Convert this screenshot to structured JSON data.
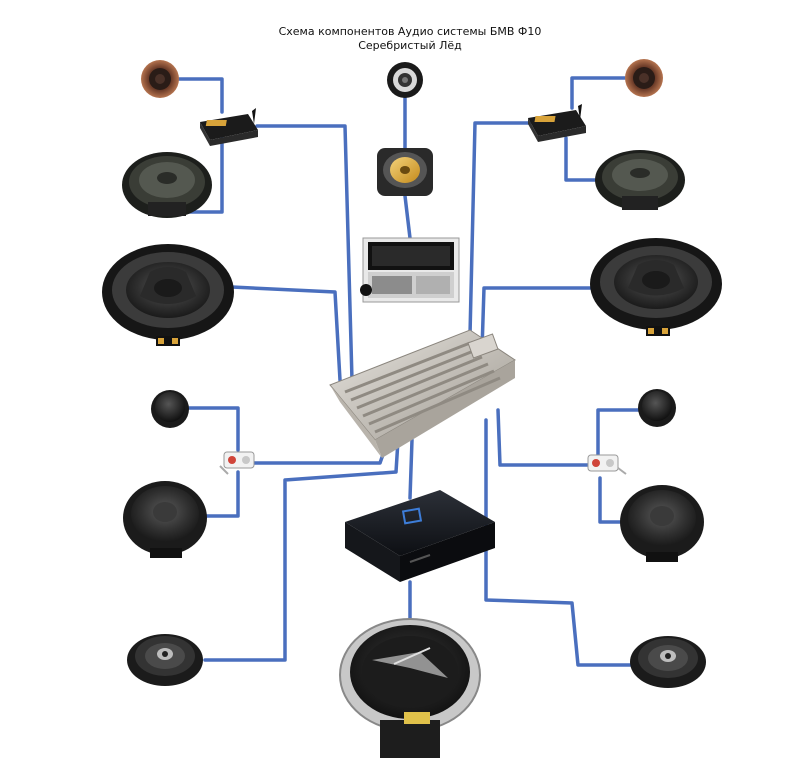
{
  "title": {
    "line1": "Схема компонентов Аудио системы БМВ Ф10",
    "line2": "Серебристый Лёд"
  },
  "colors": {
    "wire": "#4a6fbe",
    "speaker_dark": "#2b2b2b",
    "metal": "#c9c9c9",
    "copper": "#b5653a",
    "head_unit_yellow": "#e3b23c"
  },
  "components": [
    {
      "id": "tweeter-front-left",
      "icon": "tweeter-copper-icon"
    },
    {
      "id": "crossover-front-left",
      "icon": "crossover-box-icon"
    },
    {
      "id": "midrange-front-left",
      "icon": "midrange-speaker-icon"
    },
    {
      "id": "woofer-front-left",
      "icon": "underseat-woofer-icon"
    },
    {
      "id": "tweeter-center",
      "icon": "tweeter-icon"
    },
    {
      "id": "center-speaker",
      "icon": "center-speaker-icon"
    },
    {
      "id": "head-unit",
      "icon": "head-unit-icon"
    },
    {
      "id": "oem-amplifier",
      "icon": "amplifier-heatsink-icon"
    },
    {
      "id": "tweeter-front-right",
      "icon": "tweeter-copper-icon"
    },
    {
      "id": "crossover-front-right",
      "icon": "crossover-box-icon"
    },
    {
      "id": "midrange-front-right",
      "icon": "midrange-speaker-icon"
    },
    {
      "id": "woofer-front-right",
      "icon": "underseat-woofer-icon"
    },
    {
      "id": "tweeter-rear-left",
      "icon": "dome-tweeter-icon"
    },
    {
      "id": "filter-rear-left",
      "icon": "inline-filter-icon"
    },
    {
      "id": "mid-rear-left",
      "icon": "midrange-speaker-icon"
    },
    {
      "id": "coax-left",
      "icon": "coaxial-speaker-icon"
    },
    {
      "id": "tweeter-rear-right",
      "icon": "dome-tweeter-icon"
    },
    {
      "id": "filter-rear-right",
      "icon": "inline-filter-icon"
    },
    {
      "id": "mid-rear-right",
      "icon": "midrange-speaker-icon"
    },
    {
      "id": "coax-right",
      "icon": "coaxial-speaker-icon"
    },
    {
      "id": "sub-amplifier",
      "icon": "sub-amplifier-icon"
    },
    {
      "id": "subwoofer",
      "icon": "subwoofer-icon"
    }
  ]
}
